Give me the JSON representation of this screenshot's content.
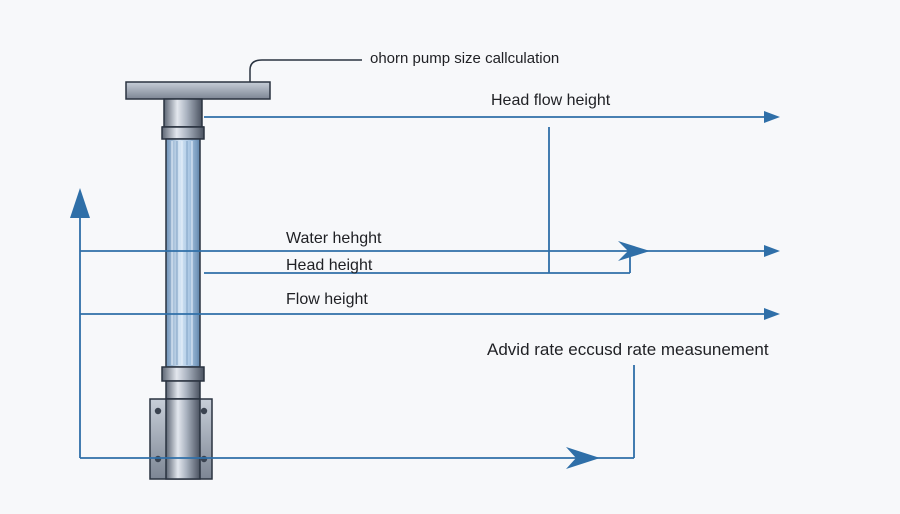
{
  "colors": {
    "background": "#f7f8fa",
    "arrow_line": "#2f6fa8",
    "steel_dark": "#4a5568",
    "steel_light": "#d9dee6",
    "glass": "#a9c6e3",
    "text": "#1f2024"
  },
  "labels": {
    "title": "ohorn pump size callculation",
    "head_flow_height": "Head flow height",
    "water_height": "Water hehght",
    "head_height": "Head height",
    "flow_height": "Flow height",
    "rate_measurement": "Advid rate eccusd rate measunement"
  },
  "icons": {
    "pump": "vertical-pump-column-icon",
    "arrows": "arrow-right-icon",
    "up_arrow": "arrow-up-icon"
  }
}
